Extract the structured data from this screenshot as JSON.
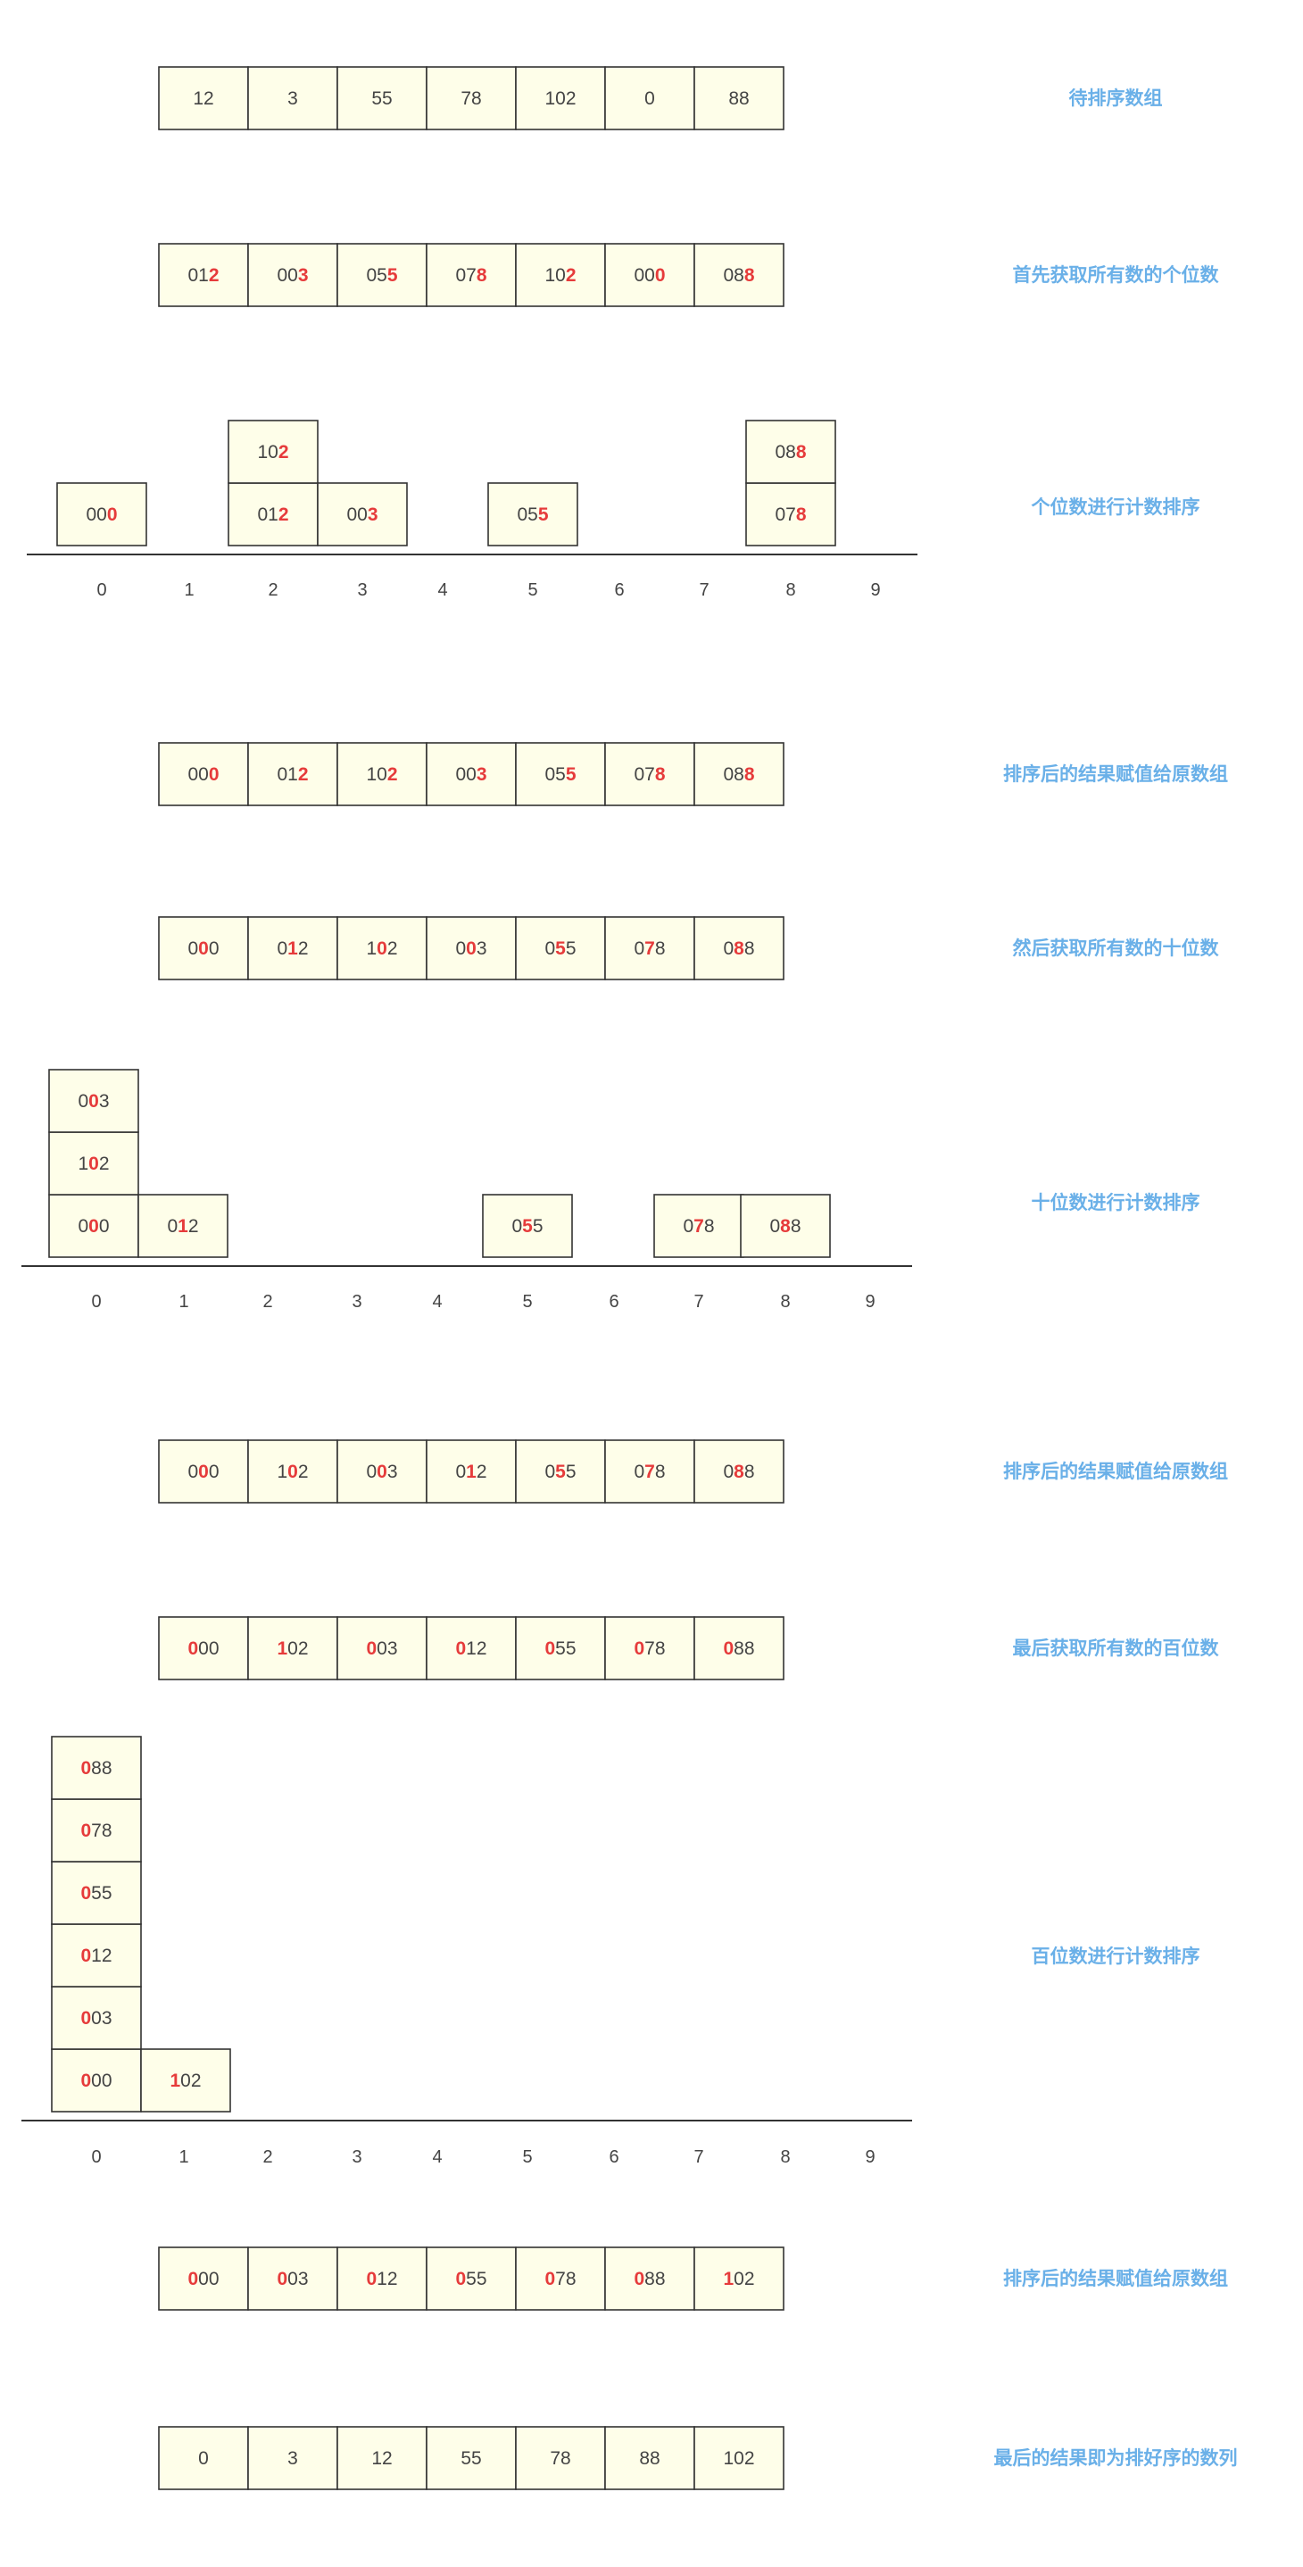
{
  "buckets": [
    "0",
    "1",
    "2",
    "3",
    "4",
    "5",
    "6",
    "7",
    "8",
    "9"
  ],
  "colors": {
    "cell_fill": "#fefee9",
    "cell_border": "#333333",
    "highlight": "#e63b3b",
    "caption": "#6ab0e8"
  },
  "rows": [
    {
      "caption": "待排序数组",
      "cells": [
        "12",
        "3",
        "55",
        "78",
        "102",
        "0",
        "88"
      ],
      "digit": null
    },
    {
      "caption": "首先获取所有数的个位数",
      "cells": [
        "012",
        "003",
        "055",
        "078",
        "102",
        "000",
        "088"
      ],
      "digit": 2
    },
    {
      "caption": "排序后的结果赋值给原数组",
      "cells": [
        "000",
        "012",
        "102",
        "003",
        "055",
        "078",
        "088"
      ],
      "digit": 2
    },
    {
      "caption": "然后获取所有数的十位数",
      "cells": [
        "000",
        "012",
        "102",
        "003",
        "055",
        "078",
        "088"
      ],
      "digit": 1
    },
    {
      "caption": "排序后的结果赋值给原数组",
      "cells": [
        "000",
        "102",
        "003",
        "012",
        "055",
        "078",
        "088"
      ],
      "digit": 1
    },
    {
      "caption": "最后获取所有数的百位数",
      "cells": [
        "000",
        "102",
        "003",
        "012",
        "055",
        "078",
        "088"
      ],
      "digit": 0
    },
    {
      "caption": "排序后的结果赋值给原数组",
      "cells": [
        "000",
        "003",
        "012",
        "055",
        "078",
        "088",
        "102"
      ],
      "digit": 0
    },
    {
      "caption": "最后的结果即为排好序的数列",
      "cells": [
        "0",
        "3",
        "12",
        "55",
        "78",
        "88",
        "102"
      ],
      "digit": null
    }
  ],
  "bucket_diagrams": [
    {
      "caption": "个位数进行计数排序",
      "digit": 2,
      "stacks": [
        {
          "bucket": 0,
          "items": [
            "000"
          ]
        },
        {
          "bucket": 2,
          "items": [
            "012",
            "102"
          ]
        },
        {
          "bucket": 3,
          "items": [
            "003"
          ]
        },
        {
          "bucket": 5,
          "items": [
            "055"
          ]
        },
        {
          "bucket": 8,
          "items": [
            "078",
            "088"
          ]
        }
      ]
    },
    {
      "caption": "十位数进行计数排序",
      "digit": 1,
      "stacks": [
        {
          "bucket": 0,
          "items": [
            "000",
            "102",
            "003"
          ]
        },
        {
          "bucket": 1,
          "items": [
            "012"
          ]
        },
        {
          "bucket": 5,
          "items": [
            "055"
          ]
        },
        {
          "bucket": 7,
          "items": [
            "078"
          ]
        },
        {
          "bucket": 8,
          "items": [
            "088"
          ]
        }
      ]
    },
    {
      "caption": "百位数进行计数排序",
      "digit": 0,
      "stacks": [
        {
          "bucket": 0,
          "items": [
            "000",
            "003",
            "012",
            "055",
            "078",
            "088"
          ]
        },
        {
          "bucket": 1,
          "items": [
            "102"
          ]
        }
      ]
    }
  ]
}
